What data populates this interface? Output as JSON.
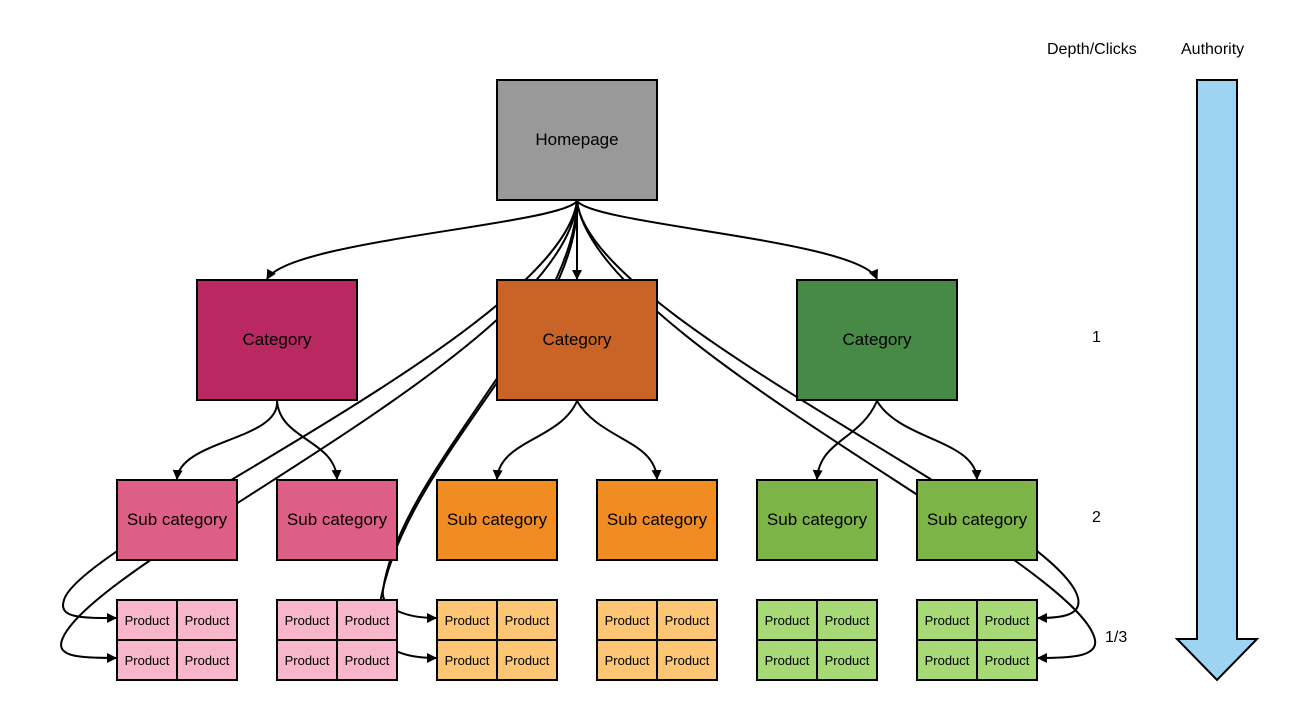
{
  "header": {
    "depth_label": "Depth/Clicks",
    "authority_label": "Authority"
  },
  "levels": {
    "one": "1",
    "two": "2",
    "three": "1/3"
  },
  "homepage": {
    "label": "Homepage",
    "color": "#999999"
  },
  "categories": [
    {
      "label": "Category",
      "color": "#b92861"
    },
    {
      "label": "Category",
      "color": "#c96426"
    },
    {
      "label": "Category",
      "color": "#478a45"
    }
  ],
  "subcategories": [
    {
      "label": "Sub category",
      "color": "#de5f85"
    },
    {
      "label": "Sub category",
      "color": "#de5f85"
    },
    {
      "label": "Sub category",
      "color": "#f08c22"
    },
    {
      "label": "Sub category",
      "color": "#f08c22"
    },
    {
      "label": "Sub category",
      "color": "#7db548"
    },
    {
      "label": "Sub category",
      "color": "#7db548"
    }
  ],
  "product_label": "Product",
  "product_colors": [
    "#f7b6ca",
    "#f7b6ca",
    "#fdc675",
    "#fdc675",
    "#a7d977",
    "#a7d977"
  ],
  "authority_arrow_color": "#9dd4f2"
}
